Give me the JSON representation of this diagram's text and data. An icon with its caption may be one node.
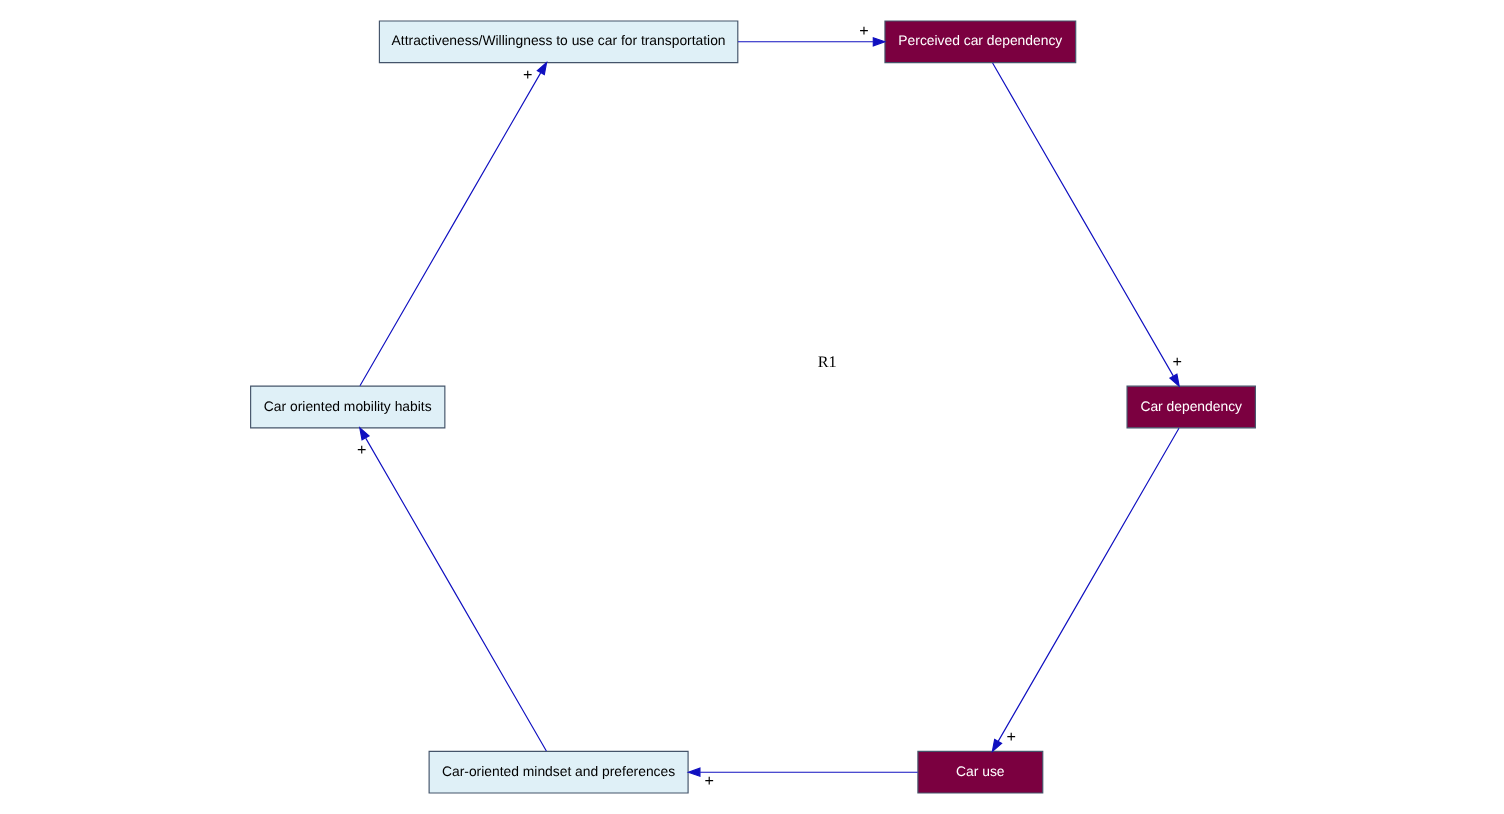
{
  "diagram": {
    "nodes": [
      {
        "text": [
          "Car use"
        ]
      },
      {
        "text": [
          "Perceived car dependency"
        ]
      },
      {
        "text": [
          "Car-oriented mindset and preferences"
        ]
      },
      {
        "text": [
          "Attractiveness/Willingness to use car for transportation"
        ]
      },
      {
        "text": [
          "Car dependency"
        ]
      },
      {
        "text": [
          "Car oriented mobility habits"
        ]
      }
    ],
    "edges": [
      {
        "from": 4,
        "to": 0,
        "arrow": "to",
        "label": "+"
      },
      {
        "from": 0,
        "to": 2,
        "arrow": "to",
        "label": "+"
      },
      {
        "from": 2,
        "to": 5,
        "arrow": "to",
        "label": "+"
      },
      {
        "from": 5,
        "to": 3,
        "arrow": "to",
        "label": "+"
      },
      {
        "from": 3,
        "to": 1,
        "arrow": "to",
        "label": "+"
      },
      {
        "from": 1,
        "to": 4,
        "arrow": "to",
        "label": "+"
      }
    ],
    "labels": [
      "R1"
    ]
  }
}
